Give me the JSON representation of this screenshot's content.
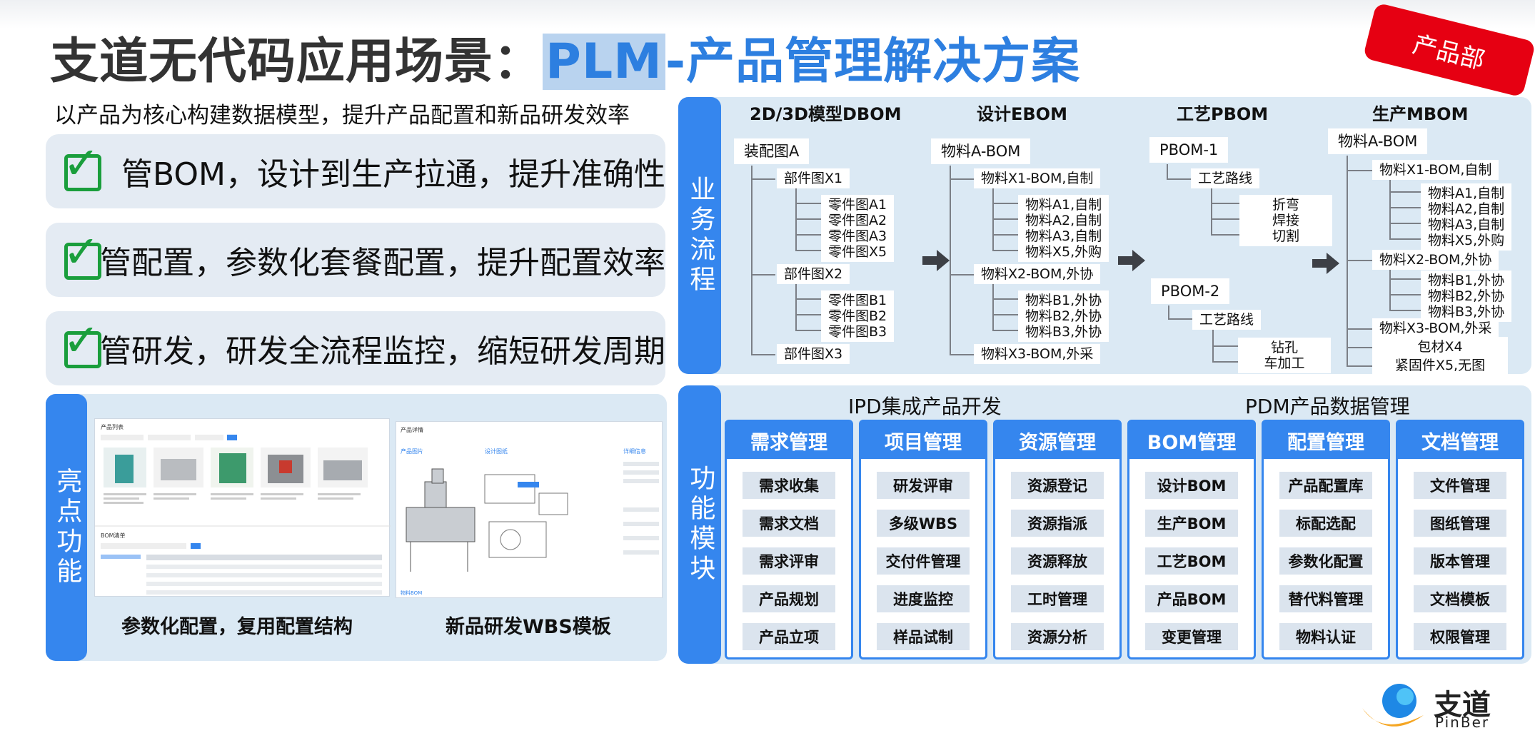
{
  "title": {
    "prefix": "支道无代码应用场景：",
    "plm": "PLM",
    "suffix": "-产品管理解决方案"
  },
  "dept_badge": "产品部",
  "subtitle": "以产品为核心构建数据模型，提升产品配置和新品研发效率",
  "features": [
    "管BOM，设计到生产拉通，提升准确性",
    "管配置，参数化套餐配置，提升配置效率",
    "管研发，研发全流程监控，缩短研发周期"
  ],
  "highlights": {
    "side_label": "亮点功能",
    "caption1": "参数化配置，复用配置结构",
    "caption2": "新品研发WBS模板",
    "shot1_title": "产品列表",
    "shot1_bom": "BOM清单",
    "shot2_title": "产品详情",
    "shot2_img": "产品图片",
    "shot2_drawing": "设计图纸",
    "shot2_detail": "详细信息",
    "shot2_bom": "物料BOM"
  },
  "business": {
    "side_label": "业务流程",
    "columns": [
      "2D/3D模型DBOM",
      "设计EBOM",
      "工艺PBOM",
      "生产MBOM"
    ],
    "dbom": {
      "root": "装配图A",
      "x1": "部件图X1",
      "x1_items": [
        "零件图A1",
        "零件图A2",
        "零件图A3",
        "零件图X5"
      ],
      "x2": "部件图X2",
      "x2_items": [
        "零件图B1",
        "零件图B2",
        "零件图B3"
      ],
      "x3": "部件图X3"
    },
    "ebom": {
      "root": "物料A-BOM",
      "x1": "物料X1-BOM,自制",
      "x1_items": [
        "物料A1,自制",
        "物料A2,自制",
        "物料A3,自制",
        "物料X5,外购"
      ],
      "x2": "物料X2-BOM,外协",
      "x2_items": [
        "物料B1,外协",
        "物料B2,外协",
        "物料B3,外协"
      ],
      "x3": "物料X3-BOM,外采"
    },
    "pbom": {
      "p1": "PBOM-1",
      "r1": "工艺路线",
      "r1_items": [
        "折弯",
        "焊接",
        "切割"
      ],
      "p2": "PBOM-2",
      "r2": "工艺路线",
      "r2_items": [
        "钻孔",
        "车加工"
      ]
    },
    "mbom": {
      "root": "物料A-BOM",
      "x1": "物料X1-BOM,自制",
      "x1_items": [
        "物料A1,自制",
        "物料A2,自制",
        "物料A3,自制",
        "物料X5,外购"
      ],
      "x2": "物料X2-BOM,外协",
      "x2_items": [
        "物料B1,外协",
        "物料B2,外协",
        "物料B3,外协"
      ],
      "x3": "物料X3-BOM,外采",
      "x4": "包材X4",
      "x5": "紧固件X5,无图"
    }
  },
  "modules": {
    "side_label": "功能模块",
    "group1": "IPD集成产品开发",
    "group2": "PDM产品数据管理",
    "cols": [
      {
        "title": "需求管理",
        "items": [
          "需求收集",
          "需求文档",
          "需求评审",
          "产品规划",
          "产品立项"
        ]
      },
      {
        "title": "项目管理",
        "items": [
          "研发评审",
          "多级WBS",
          "交付件管理",
          "进度监控",
          "样品试制"
        ]
      },
      {
        "title": "资源管理",
        "items": [
          "资源登记",
          "资源指派",
          "资源释放",
          "工时管理",
          "资源分析"
        ]
      },
      {
        "title": "BOM管理",
        "items": [
          "设计BOM",
          "生产BOM",
          "工艺BOM",
          "产品BOM",
          "变更管理"
        ]
      },
      {
        "title": "配置管理",
        "items": [
          "产品配置库",
          "标配选配",
          "参数化配置",
          "替代料管理",
          "物料认证"
        ]
      },
      {
        "title": "文档管理",
        "items": [
          "文件管理",
          "图纸管理",
          "版本管理",
          "文档模板",
          "权限管理"
        ]
      }
    ]
  },
  "logo": {
    "name": "支道",
    "latin": "PinBer"
  },
  "colors": {
    "accent": "#3586ee",
    "panel": "#dbe9f4",
    "badge": "#e60012",
    "check": "#1a9e3c"
  }
}
